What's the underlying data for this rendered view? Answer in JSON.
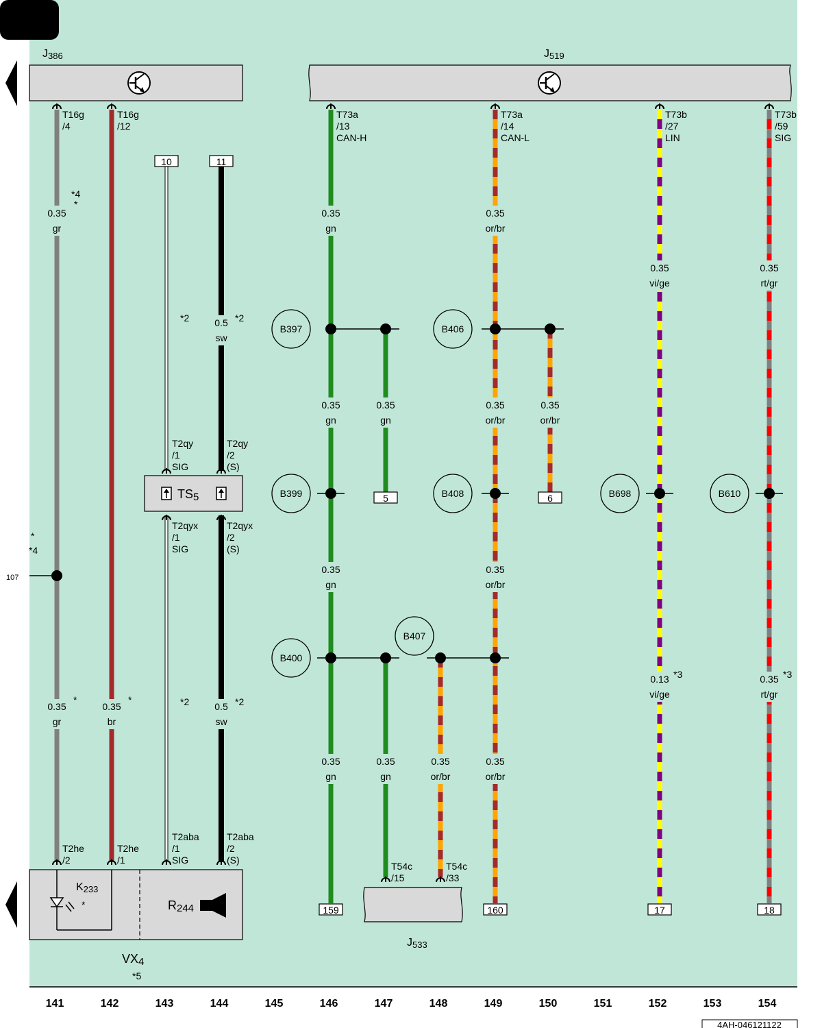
{
  "components": {
    "j386": {
      "label": "J386"
    },
    "j519": {
      "label": "J519"
    },
    "j533": {
      "label": "J533"
    },
    "k233": {
      "label": "K233"
    },
    "r244": {
      "label": "R244"
    },
    "ts5": {
      "label": "TS5"
    },
    "vx4": {
      "label": "VX4",
      "note": "*5"
    }
  },
  "connectors": [
    {
      "id": "c141_top",
      "lines": [
        "T16g",
        "/4"
      ]
    },
    {
      "id": "c142_top",
      "lines": [
        "T16g",
        "/12"
      ]
    },
    {
      "id": "c146_top",
      "lines": [
        "T73a",
        "/13",
        "CAN-H"
      ]
    },
    {
      "id": "c149_top",
      "lines": [
        "T73a",
        "/14",
        "CAN-L"
      ]
    },
    {
      "id": "c152_top",
      "lines": [
        "T73b",
        "/27",
        "LIN"
      ]
    },
    {
      "id": "c154_top",
      "lines": [
        "T73b",
        "/59",
        "SIG"
      ]
    },
    {
      "id": "c143_ts_top",
      "lines": [
        "T2qy",
        "/1",
        "SIG"
      ]
    },
    {
      "id": "c144_ts_top",
      "lines": [
        "T2qy",
        "/2",
        "(S)"
      ]
    },
    {
      "id": "c143_ts_bot",
      "lines": [
        "T2qyx",
        "/1",
        "SIG"
      ]
    },
    {
      "id": "c144_ts_bot",
      "lines": [
        "T2qyx",
        "/2",
        "(S)"
      ]
    },
    {
      "id": "c141_bot",
      "lines": [
        "T2he",
        "/2"
      ]
    },
    {
      "id": "c142_bot",
      "lines": [
        "T2he",
        "/1"
      ]
    },
    {
      "id": "c143_bot",
      "lines": [
        "T2aba",
        "/1",
        "SIG"
      ]
    },
    {
      "id": "c144_bot",
      "lines": [
        "T2aba",
        "/2",
        "(S)"
      ]
    },
    {
      "id": "c147_bot",
      "lines": [
        "T54c",
        "/15"
      ]
    },
    {
      "id": "c148_bot",
      "lines": [
        "T54c",
        "/33"
      ]
    }
  ],
  "wire_labels": [
    {
      "id": "w141a",
      "size": "0.35",
      "color": "gr"
    },
    {
      "id": "w141b",
      "size": "0.35",
      "color": "gr"
    },
    {
      "id": "w142b",
      "size": "0.35",
      "color": "br"
    },
    {
      "id": "w144a",
      "size": "0.5",
      "color": "sw"
    },
    {
      "id": "w144b",
      "size": "0.5",
      "color": "sw"
    },
    {
      "id": "w146a",
      "size": "0.35",
      "color": "gn"
    },
    {
      "id": "w146b",
      "size": "0.35",
      "color": "gn"
    },
    {
      "id": "w146c",
      "size": "0.35",
      "color": "gn"
    },
    {
      "id": "w146d",
      "size": "0.35",
      "color": "gn"
    },
    {
      "id": "w147a",
      "size": "0.35",
      "color": "gn"
    },
    {
      "id": "w147b",
      "size": "0.35",
      "color": "gn"
    },
    {
      "id": "w148b",
      "size": "0.35",
      "color": "or/br"
    },
    {
      "id": "w149a",
      "size": "0.35",
      "color": "or/br"
    },
    {
      "id": "w149b",
      "size": "0.35",
      "color": "or/br"
    },
    {
      "id": "w149c",
      "size": "0.35",
      "color": "or/br"
    },
    {
      "id": "w149d",
      "size": "0.35",
      "color": "or/br"
    },
    {
      "id": "w150a",
      "size": "0.35",
      "color": "or/br"
    },
    {
      "id": "w152a",
      "size": "0.35",
      "color": "vi/ge"
    },
    {
      "id": "w152b",
      "size": "0.13",
      "color": "vi/ge"
    },
    {
      "id": "w154a",
      "size": "0.35",
      "color": "rt/gr"
    },
    {
      "id": "w154b",
      "size": "0.35",
      "color": "rt/gr"
    }
  ],
  "notes": [
    {
      "id": "n141a",
      "text": "*4"
    },
    {
      "id": "n141a2",
      "text": "*"
    },
    {
      "id": "n141c",
      "text": "*"
    },
    {
      "id": "n142c",
      "text": "*"
    },
    {
      "id": "n143a",
      "text": "*2"
    },
    {
      "id": "n144a",
      "text": "*2"
    },
    {
      "id": "n143c",
      "text": "*2"
    },
    {
      "id": "n144c",
      "text": "*2"
    },
    {
      "id": "n152",
      "text": "*3"
    },
    {
      "id": "n154",
      "text": "*3"
    },
    {
      "id": "nleft1",
      "text": "*"
    },
    {
      "id": "nleft2",
      "text": "*4"
    },
    {
      "id": "nk233",
      "text": "*"
    }
  ],
  "splices": [
    "B397",
    "B399",
    "B400",
    "B406",
    "B407",
    "B408",
    "B698",
    "B610"
  ],
  "refs": {
    "r10": "10",
    "r11": "11",
    "r5": "5",
    "r6": "6",
    "r159": "159",
    "r160": "160",
    "r17": "17",
    "r18": "18",
    "r107": "107"
  },
  "column_numbers": [
    "141",
    "142",
    "143",
    "144",
    "145",
    "146",
    "147",
    "148",
    "149",
    "150",
    "151",
    "152",
    "153",
    "154"
  ],
  "doc_code": "4AH-046121122",
  "colors": {
    "background": "#c0e6d8",
    "gr": "#808080",
    "br": "#a52a2a",
    "gn": "#1e8c1e",
    "sw": "#000000",
    "ws": "#ffffff",
    "or": "#ffa500",
    "vi": "#800080",
    "ge": "#ffff00",
    "rt": "#ff0000",
    "box": "#d9d9d9"
  }
}
